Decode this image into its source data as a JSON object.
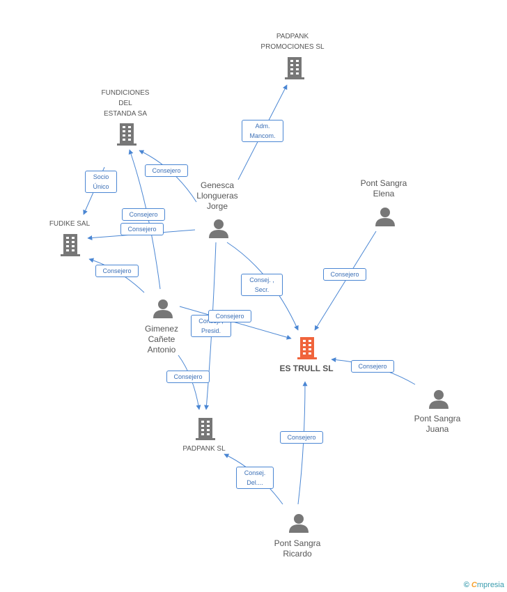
{
  "nodes": {
    "padpank_promociones": {
      "lines": [
        "PADPANK",
        "PROMOCIONES SL"
      ],
      "kind": "company"
    },
    "fundiciones": {
      "lines": [
        "FUNDICIONES",
        "DEL",
        "ESTANDA SA"
      ],
      "kind": "company"
    },
    "fudike": {
      "lines": [
        "FUDIKE SAL"
      ],
      "kind": "company"
    },
    "es_trull": {
      "lines": [
        "ES TRULL SL"
      ],
      "kind": "company-main"
    },
    "padpank_sl": {
      "lines": [
        "PADPANK SL"
      ],
      "kind": "company"
    },
    "genesca": {
      "lines": [
        "Genesca",
        "Llongueras",
        "Jorge"
      ],
      "kind": "person"
    },
    "pont_elena": {
      "lines": [
        "Pont Sangra",
        "Elena"
      ],
      "kind": "person"
    },
    "gimenez": {
      "lines": [
        "Gimenez",
        "Cañete",
        "Antonio"
      ],
      "kind": "person"
    },
    "pont_juana": {
      "lines": [
        "Pont Sangra",
        "Juana"
      ],
      "kind": "person"
    },
    "pont_ricardo": {
      "lines": [
        "Pont Sangra",
        "Ricardo"
      ],
      "kind": "person"
    }
  },
  "edges": [
    {
      "id": "e1",
      "label": [
        "Adm.",
        "Mancom."
      ]
    },
    {
      "id": "e2",
      "label": [
        "Socio",
        "Único"
      ]
    },
    {
      "id": "e3",
      "label": [
        "Consejero"
      ]
    },
    {
      "id": "e4",
      "label": [
        "Consejero"
      ]
    },
    {
      "id": "e5",
      "label": [
        "Consejero"
      ]
    },
    {
      "id": "e6",
      "label": [
        "Consejero"
      ]
    },
    {
      "id": "e7",
      "label": [
        "Consej. ,",
        "Secr."
      ]
    },
    {
      "id": "e8",
      "label": [
        "Consejero"
      ]
    },
    {
      "id": "e9",
      "label": [
        "Consej. ,",
        "Presid."
      ]
    },
    {
      "id": "e10",
      "label": [
        "Consejero"
      ]
    },
    {
      "id": "e11",
      "label": [
        "Consejero"
      ]
    },
    {
      "id": "e12",
      "label": [
        "Consejero"
      ]
    },
    {
      "id": "e13",
      "label": [
        "Consejero"
      ]
    },
    {
      "id": "e14",
      "label": [
        "Consej.",
        "Del...."
      ]
    }
  ],
  "colors": {
    "edge": "#4a86d3",
    "company": "#777777",
    "main": "#f0643c",
    "person": "#777777"
  },
  "footer": {
    "copyright": "©",
    "brand_first": "C",
    "brand_rest": "mpresia"
  }
}
